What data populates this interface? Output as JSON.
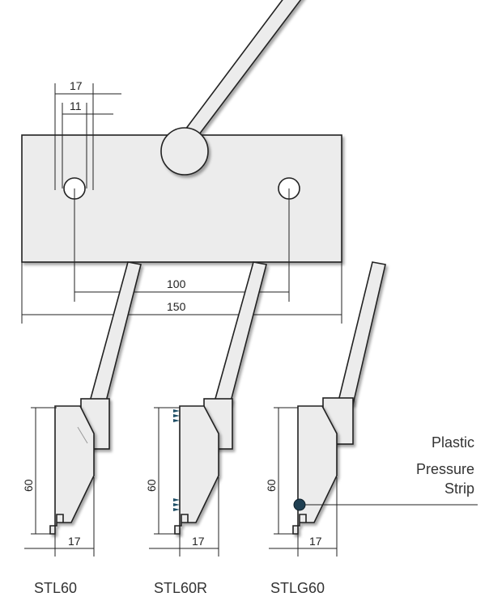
{
  "top_view": {
    "dim_17": "17",
    "dim_11": "11",
    "dim_100": "100",
    "dim_150": "150"
  },
  "profiles": [
    {
      "height": "60",
      "width": "17",
      "label": "STL60"
    },
    {
      "height": "60",
      "width": "17",
      "label": "STL60R"
    },
    {
      "height": "60",
      "width": "17",
      "label": "STLG60"
    }
  ],
  "callout": {
    "line1": "Plastic",
    "line2": "Pressure",
    "line3": "Strip"
  },
  "colors": {
    "body_fill": "#ececec",
    "line": "#222222",
    "strip_dot": "#1f3f52",
    "serration": "#1f4f66"
  }
}
